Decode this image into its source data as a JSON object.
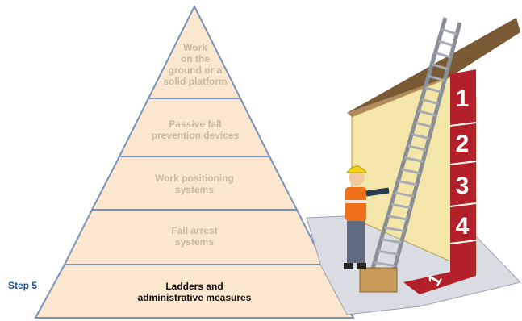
{
  "diagram": {
    "step_label": "Step 5",
    "tiers": [
      {
        "text_lines": [
          "Work",
          "on the",
          "ground or a",
          "solid platform"
        ],
        "state": "faded"
      },
      {
        "text_lines": [
          "Passive fall",
          "prevention devices"
        ],
        "state": "faded"
      },
      {
        "text_lines": [
          "Work positioning",
          "systems"
        ],
        "state": "faded"
      },
      {
        "text_lines": [
          "Fall arrest",
          "systems"
        ],
        "state": "faded"
      },
      {
        "text_lines": [
          "Ladders and",
          "administrative measures"
        ],
        "state": "active"
      }
    ],
    "ratio_markers": [
      "1",
      "2",
      "3",
      "4",
      "1"
    ],
    "colors": {
      "tier_fill": "#fbe6cf",
      "tier_border": "#7a93b8",
      "faded_text": "#c9b9a3",
      "step_label": "#1f4e8c",
      "marker_red": "#b3202a",
      "wall": "#f4e6a8"
    }
  }
}
